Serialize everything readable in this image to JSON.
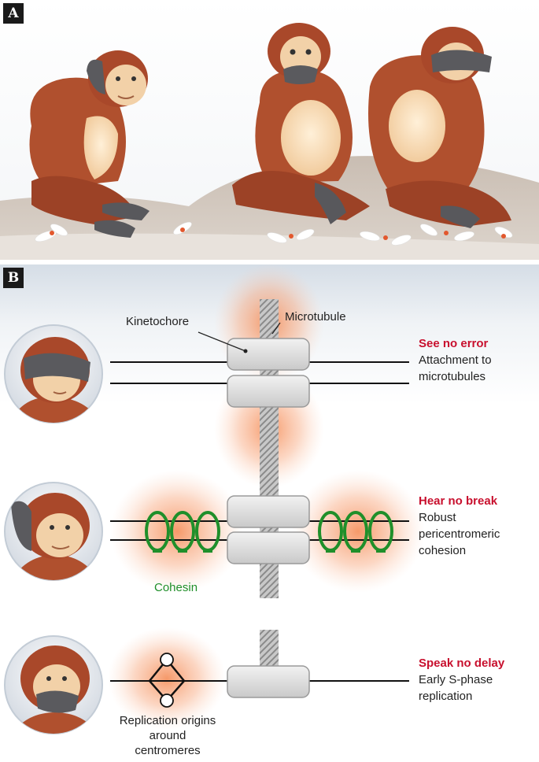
{
  "panels": {
    "a_label": "A",
    "b_label": "B"
  },
  "labels": {
    "kinetochore": "Kinetochore",
    "microtubule": "Microtubule",
    "cohesin": "Cohesin",
    "replication_origins": "Replication origins\naround\ncentromeres"
  },
  "rows": [
    {
      "heading": "See no error",
      "description": "Attachment to\nmicrotubules"
    },
    {
      "heading": "Hear no break",
      "description": "Robust\npericentromeric\ncohesion"
    },
    {
      "heading": "Speak no delay",
      "description": "Early S-phase\nreplication"
    }
  ],
  "colors": {
    "heading_red": "#c8102e",
    "cohesin_green": "#1f8f2a",
    "glow_orange": "#f4874f",
    "monkey_fur": "#b0502e",
    "monkey_face": "#f2d1a8"
  },
  "icons": [
    "monkey-see-no-evil-icon",
    "monkey-hear-no-evil-icon",
    "monkey-speak-no-evil-icon"
  ]
}
